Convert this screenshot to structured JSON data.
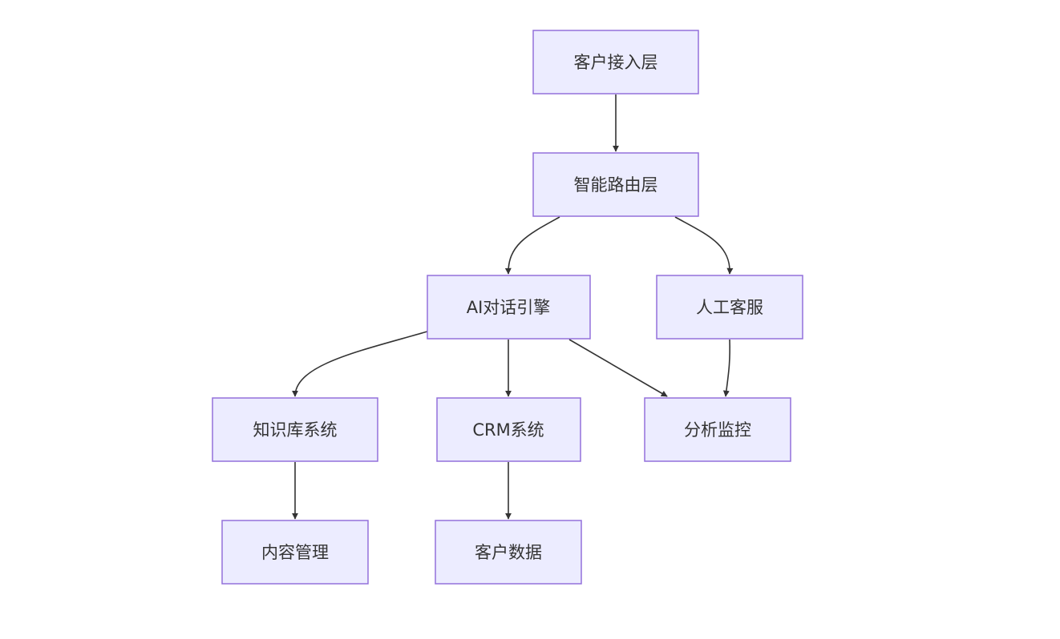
{
  "nodes": [
    {
      "id": "access",
      "label": "客户接入层"
    },
    {
      "id": "routing",
      "label": "智能路由层"
    },
    {
      "id": "ai",
      "label": "AI对话引擎"
    },
    {
      "id": "human",
      "label": "人工客服"
    },
    {
      "id": "kb",
      "label": "知识库系统"
    },
    {
      "id": "crm",
      "label": "CRM系统"
    },
    {
      "id": "monitor",
      "label": "分析监控"
    },
    {
      "id": "content",
      "label": "内容管理"
    },
    {
      "id": "custdata",
      "label": "客户数据"
    }
  ],
  "edges": [
    {
      "from": "access",
      "to": "routing"
    },
    {
      "from": "routing",
      "to": "ai"
    },
    {
      "from": "routing",
      "to": "human"
    },
    {
      "from": "ai",
      "to": "kb"
    },
    {
      "from": "ai",
      "to": "crm"
    },
    {
      "from": "ai",
      "to": "monitor"
    },
    {
      "from": "human",
      "to": "monitor"
    },
    {
      "from": "kb",
      "to": "content"
    },
    {
      "from": "crm",
      "to": "custdata"
    }
  ],
  "colors": {
    "node_fill": "#ececff",
    "node_stroke": "#9370db",
    "edge": "#333333",
    "text": "#333333"
  }
}
